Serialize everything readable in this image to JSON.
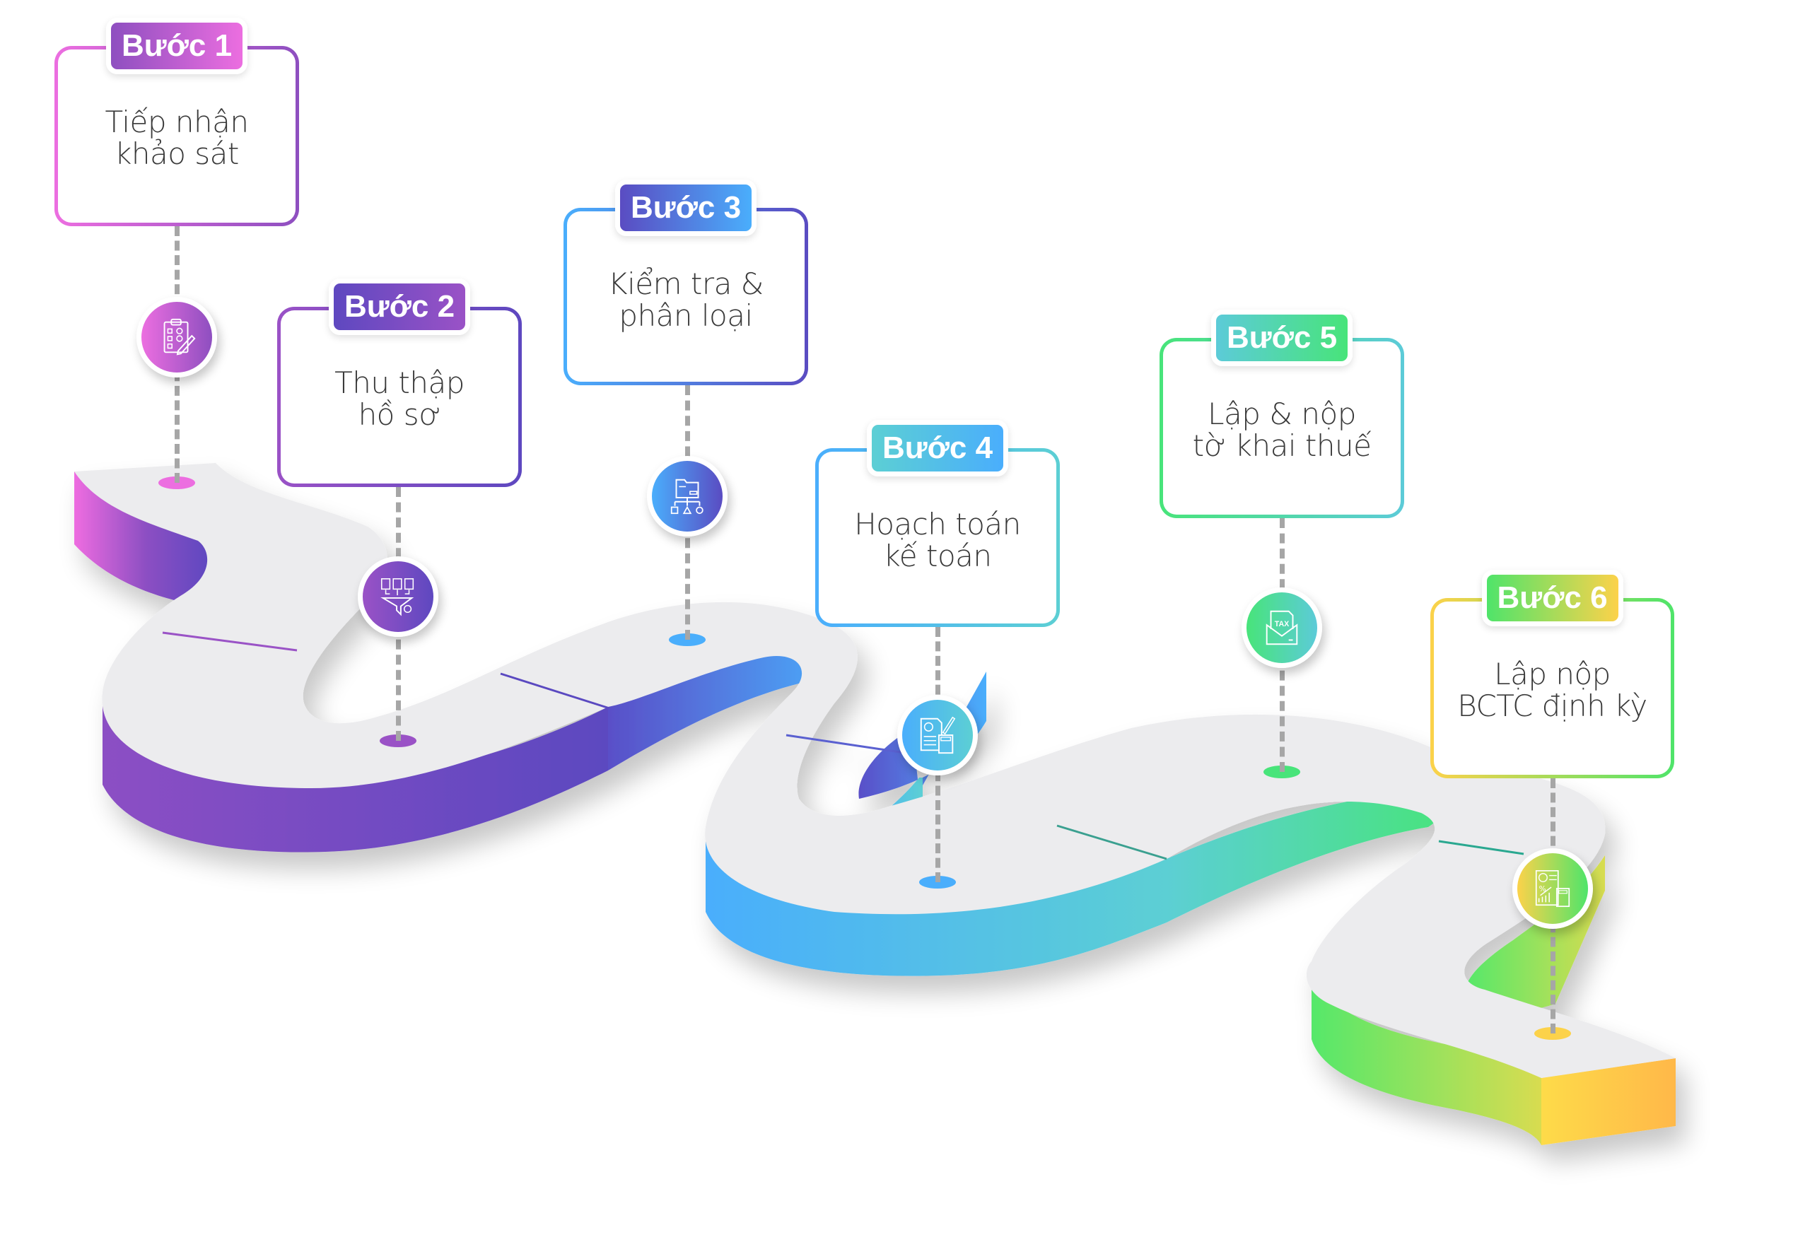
{
  "title": "Quy trình dịch vụ kế toán 6 bước",
  "steps": [
    {
      "badge": "Bước 1",
      "text": "Tiếp nhận\nkhảo sát",
      "icon": "clipboard-checklist-icon",
      "colors": [
        "#ec6ee0",
        "#8e4fc0"
      ]
    },
    {
      "badge": "Bước 2",
      "text": "Thu thập\nhồ sơ",
      "icon": "document-funnel-icon",
      "colors": [
        "#9a52c6",
        "#5e48c0"
      ]
    },
    {
      "badge": "Bước 3",
      "text": "Kiểm tra &\nphân loại",
      "icon": "folder-hierarchy-icon",
      "colors": [
        "#4aaefc",
        "#5a4cc2"
      ]
    },
    {
      "badge": "Bước 4",
      "text": "Hoạch toán\nkế toán",
      "icon": "invoice-calculator-icon",
      "colors": [
        "#4aaefc",
        "#5ccfd4"
      ]
    },
    {
      "badge": "Bước 5",
      "text": "Lập & nộp\ntờ khai thuế",
      "icon": "tax-envelope-icon",
      "colors": [
        "#48e47a",
        "#5ccbd8"
      ]
    },
    {
      "badge": "Bước 6",
      "text": "Lập nộp\nBCTC định kỳ",
      "icon": "financial-report-icon",
      "colors": [
        "#fcd24a",
        "#4fe46a"
      ]
    }
  ],
  "road": {
    "top_color": "#ececee",
    "gradient_stops": [
      "#ee6ce0",
      "#8a4fc2",
      "#5c48c0",
      "#4aaefc",
      "#5ccfd4",
      "#48e47a",
      "#fcd24a",
      "#ffb848"
    ]
  }
}
